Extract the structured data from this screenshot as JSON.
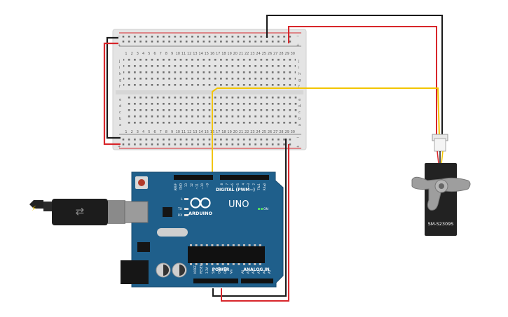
{
  "breadboard": {
    "column_numbers": [
      "1",
      "2",
      "3",
      "4",
      "5",
      "6",
      "7",
      "8",
      "9",
      "10",
      "11",
      "12",
      "13",
      "14",
      "15",
      "16",
      "17",
      "18",
      "19",
      "20",
      "21",
      "22",
      "23",
      "24",
      "25",
      "26",
      "27",
      "28",
      "29",
      "30"
    ],
    "upper_rows": [
      "j",
      "i",
      "h",
      "g",
      "f"
    ],
    "lower_rows": [
      "e",
      "d",
      "c",
      "b",
      "a"
    ],
    "rail_minus": "−",
    "rail_plus": "+"
  },
  "arduino": {
    "brand": "ARDUINO",
    "model": "UNO",
    "on_label": "ON",
    "digital_label": "DIGITAL (PWM~)",
    "power_label": "POWER",
    "analog_label": "ANALOG IN",
    "led_labels": {
      "l": "L",
      "tx": "TX",
      "rx": "RX"
    },
    "digital_pins": [
      "AREF",
      "GND",
      "13",
      "12",
      "~11",
      "~10",
      "~9",
      "8",
      "7",
      "~6",
      "~5",
      "4",
      "~3",
      "2",
      "TX▸1",
      "RX◂0"
    ],
    "power_pins": [
      "IOREF",
      "RESET",
      "3.3V",
      "5V",
      "GND",
      "GND",
      "Vin"
    ],
    "analog_pins": [
      "A0",
      "A1",
      "A2",
      "A3",
      "A4",
      "A5"
    ]
  },
  "servo": {
    "model": "SM-S2309S"
  },
  "colors": {
    "board_blue": "#1f5f8b",
    "breadboard": "#e6e6e6",
    "wire_red": "#d8262b",
    "wire_black": "#1a1a1a",
    "wire_yellow": "#f2c500",
    "servo_body": "#222222"
  }
}
